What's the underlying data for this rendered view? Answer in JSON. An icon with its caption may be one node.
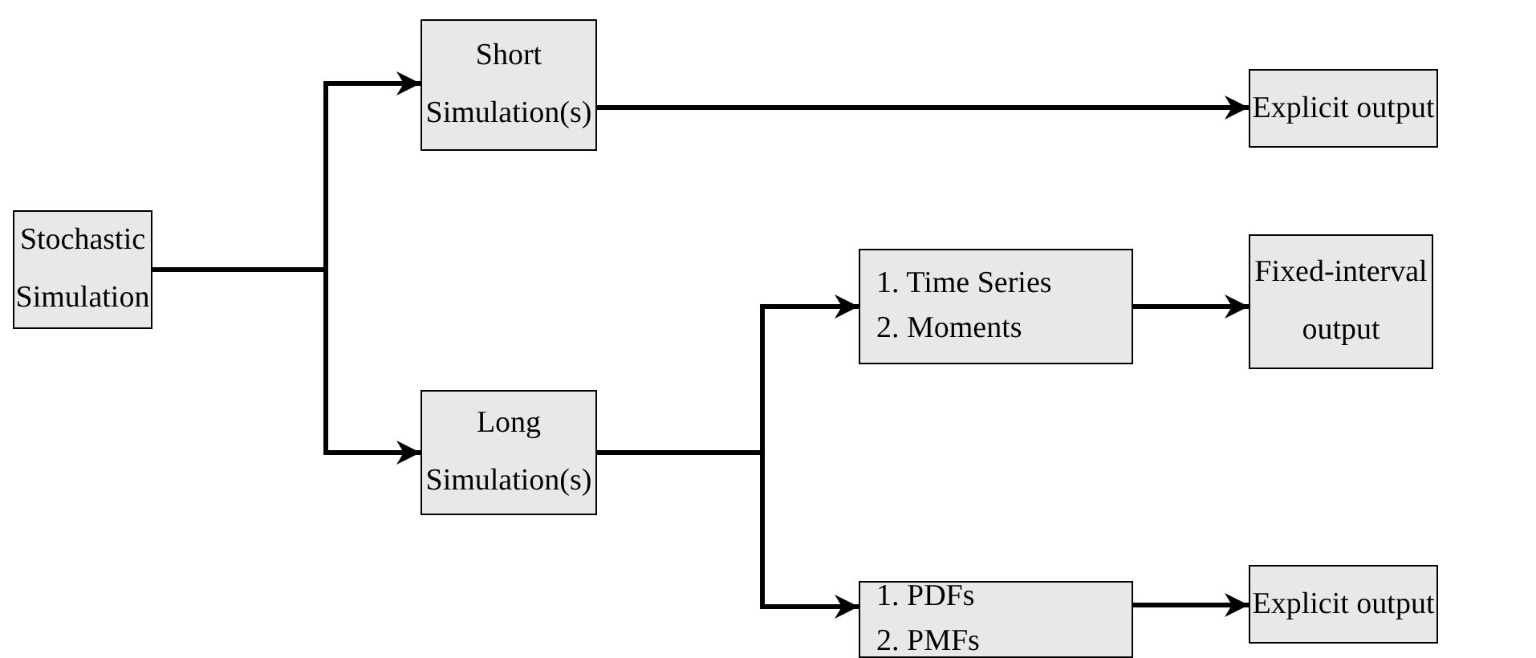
{
  "diagram": {
    "nodes": [
      {
        "text": [
          "Stochastic Simulation"
        ]
      },
      {
        "text": [
          "Short Simulation(s)"
        ]
      },
      {
        "text": [
          "Explicit output"
        ]
      },
      {
        "text": [
          "Long Simulation(s)"
        ]
      },
      {
        "text": [
          "1. Time Series",
          "2. Moments"
        ]
      },
      {
        "text": [
          "Fixed-interval output"
        ]
      },
      {
        "text": [
          "1. PDFs",
          "2. PMFs"
        ]
      },
      {
        "text": [
          "Explicit output"
        ]
      }
    ],
    "edges": [
      {
        "from": 0,
        "to": 1,
        "arrow": "to"
      },
      {
        "from": 0,
        "to": 3,
        "arrow": "to"
      },
      {
        "from": 1,
        "to": 2,
        "arrow": "to"
      },
      {
        "from": 3,
        "to": 4,
        "arrow": "to"
      },
      {
        "from": 3,
        "to": 6,
        "arrow": "to"
      },
      {
        "from": 4,
        "to": 5,
        "arrow": "to"
      },
      {
        "from": 6,
        "to": 7,
        "arrow": "to"
      }
    ]
  }
}
